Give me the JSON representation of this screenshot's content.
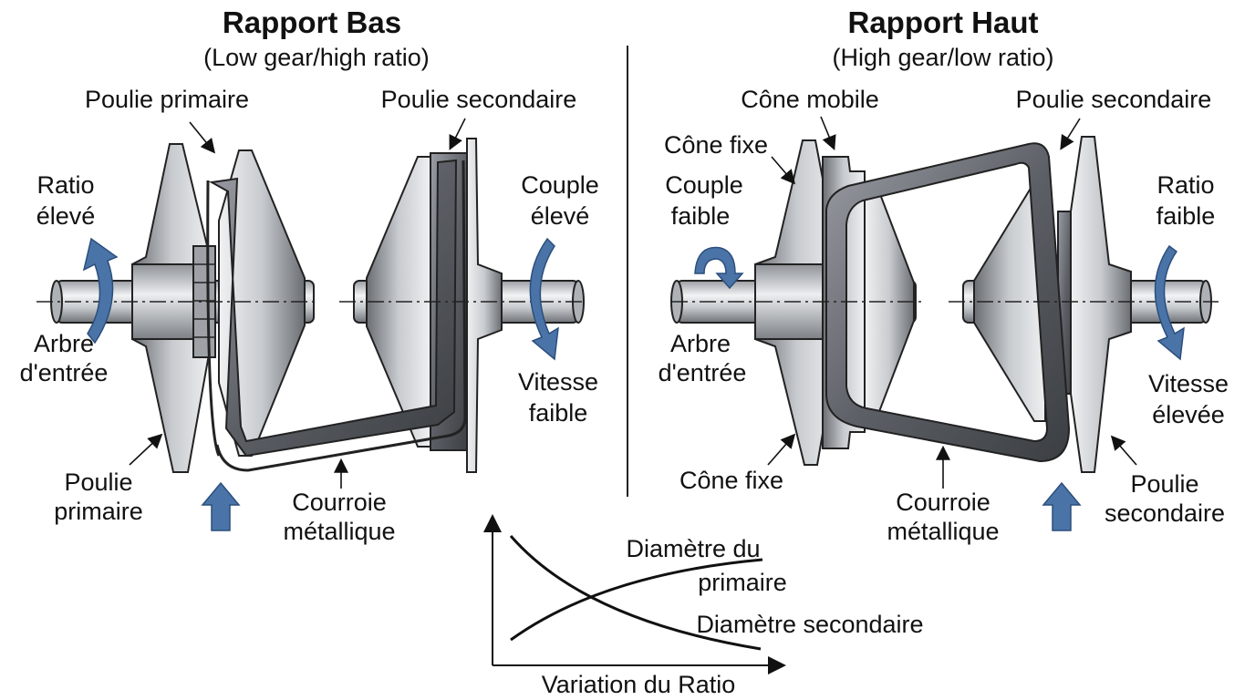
{
  "left": {
    "title": "Rapport Bas",
    "subtitle": "(Low gear/high ratio)",
    "labels": {
      "primary_pulley_top": "Poulie primaire",
      "secondary_pulley_top": "Poulie secondaire",
      "ratio_line1": "Ratio",
      "ratio_line2": "élevé",
      "torque_line1": "Couple",
      "torque_line2": "élevé",
      "input_shaft_line1": "Arbre",
      "input_shaft_line2": "d'entrée",
      "speed_line1": "Vitesse",
      "speed_line2": "faible",
      "primary_pulley_bottom_line1": "Poulie",
      "primary_pulley_bottom_line2": "primaire",
      "belt_line1": "Courroie",
      "belt_line2": "métallique"
    }
  },
  "right": {
    "title": "Rapport Haut",
    "subtitle": "(High gear/low ratio)",
    "labels": {
      "movable_cone": "Cône mobile",
      "fixed_cone_top": "Cône fixe",
      "secondary_pulley_top": "Poulie secondaire",
      "torque_line1": "Couple",
      "torque_line2": "faible",
      "ratio_line1": "Ratio",
      "ratio_line2": "faible",
      "input_shaft_line1": "Arbre",
      "input_shaft_line2": "d'entrée",
      "speed_line1": "Vitesse",
      "speed_line2": "élevée",
      "fixed_cone_bottom": "Cône fixe",
      "belt_line1": "Courroie",
      "belt_line2": "métallique",
      "secondary_pulley_bottom_line1": "Poulie",
      "secondary_pulley_bottom_line2": "secondaire"
    }
  },
  "graph": {
    "x_axis_label": "Variation du Ratio",
    "primary_label_line1": "Diamètre du",
    "primary_label_line2": "primaire",
    "secondary_label": "Diamètre secondaire"
  },
  "colors": {
    "arrow_blue": "#4a74a8",
    "metal_light": "#e4e6e8",
    "metal_mid": "#a9adb2",
    "metal_dark": "#5d6166",
    "belt_dark": "#4a4d52",
    "outline": "#222222"
  }
}
